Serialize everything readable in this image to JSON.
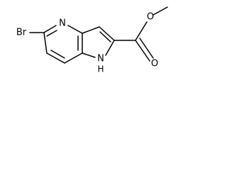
{
  "molecule": {
    "atoms": {
      "bromine": "Br",
      "pyridine_nitrogen": "N",
      "pyrrole_nitrogen": "N",
      "pyrrole_hydrogen": "H",
      "ester_ether_oxygen": "O",
      "carbonyl_oxygen": "O"
    }
  }
}
